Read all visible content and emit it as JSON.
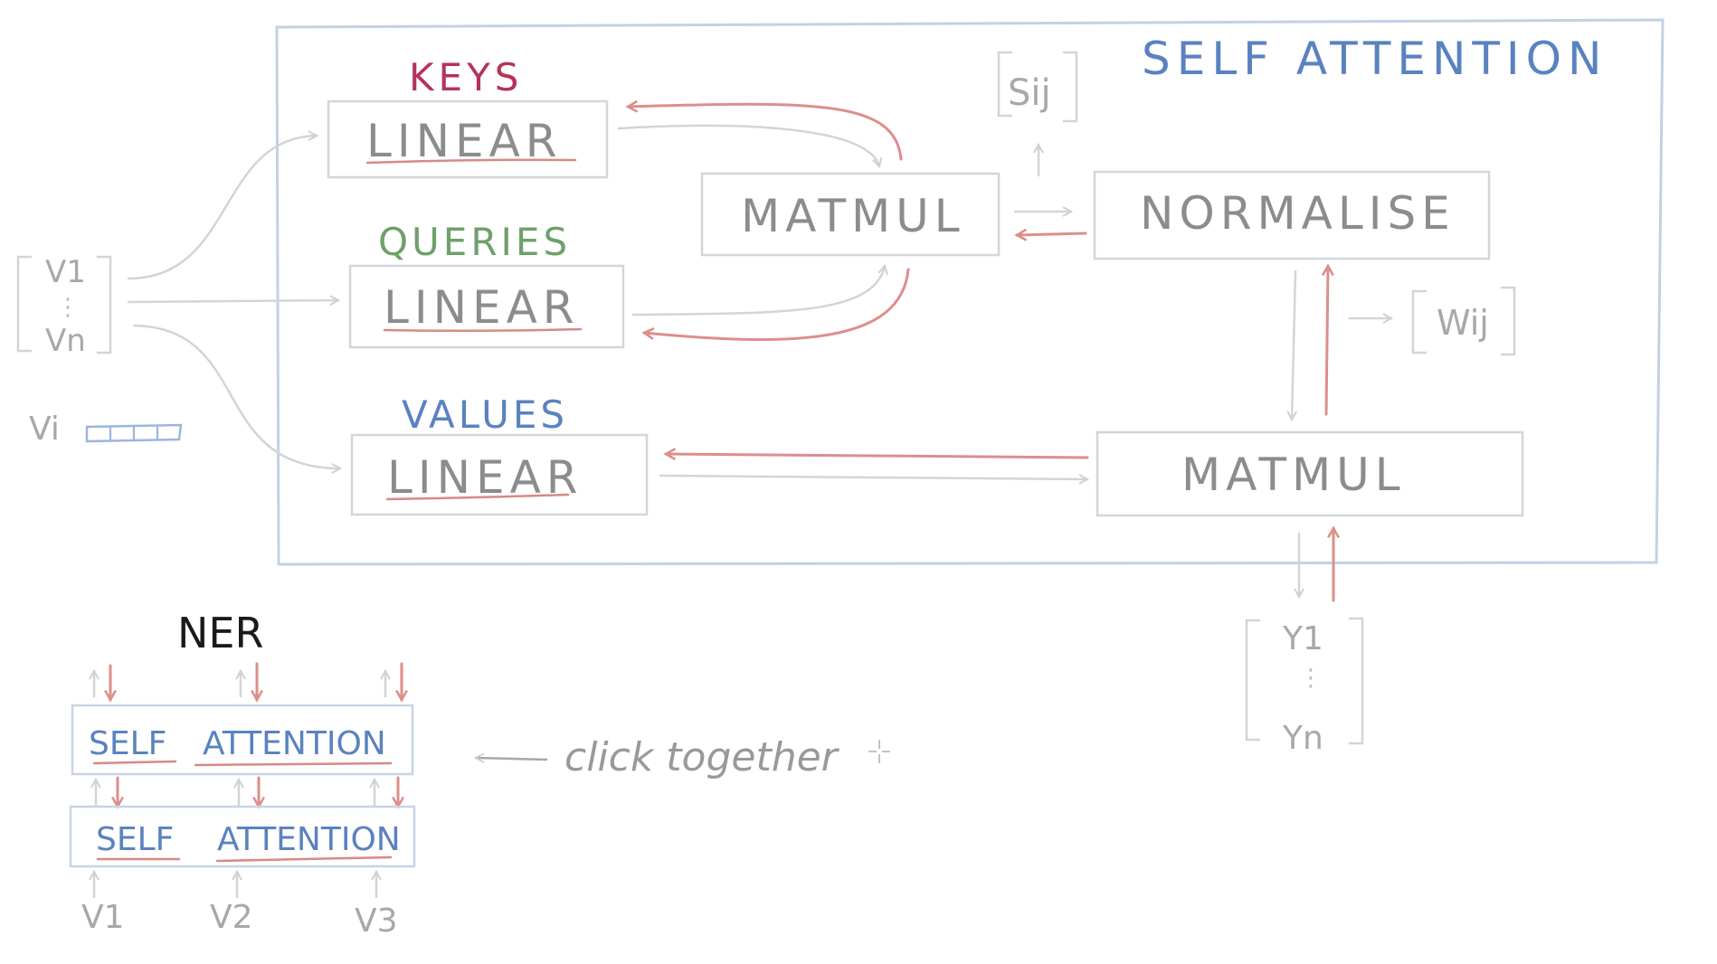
{
  "self_attention": {
    "title": "SELF ATTENTION",
    "keys": {
      "heading": "KEYS",
      "block": "LINEAR"
    },
    "queries": {
      "heading": "QUERIES",
      "block": "LINEAR"
    },
    "values": {
      "heading": "VALUES",
      "block": "LINEAR"
    },
    "matmul_top": "MATMUL",
    "normalise": "NORMALISE",
    "matmul_bottom": "MATMUL",
    "score_label": "Sij",
    "weight_label": "Wij"
  },
  "inputs": {
    "first": "V1",
    "last": "Vn",
    "single": "Vi",
    "dots": "⋮"
  },
  "outputs": {
    "first": "Y1",
    "last": "Yn",
    "dots": "⋮"
  },
  "ner": {
    "title": "NER",
    "layer_top": {
      "word1": "SELF",
      "word2": "ATTENTION"
    },
    "layer_bottom": {
      "word1": "SELF",
      "word2": "ATTENTION"
    },
    "inputs": [
      "V1",
      "V2",
      "V3"
    ],
    "note": "click together"
  },
  "colors": {
    "keys": "#b5335a",
    "queries": "#6fa06a",
    "values": "#5a82c0",
    "title": "#5a82c0",
    "backward_arrows": "#dc8f8b",
    "forward_arrows": "#d4d4d4",
    "frame": "#c3d1e4"
  }
}
